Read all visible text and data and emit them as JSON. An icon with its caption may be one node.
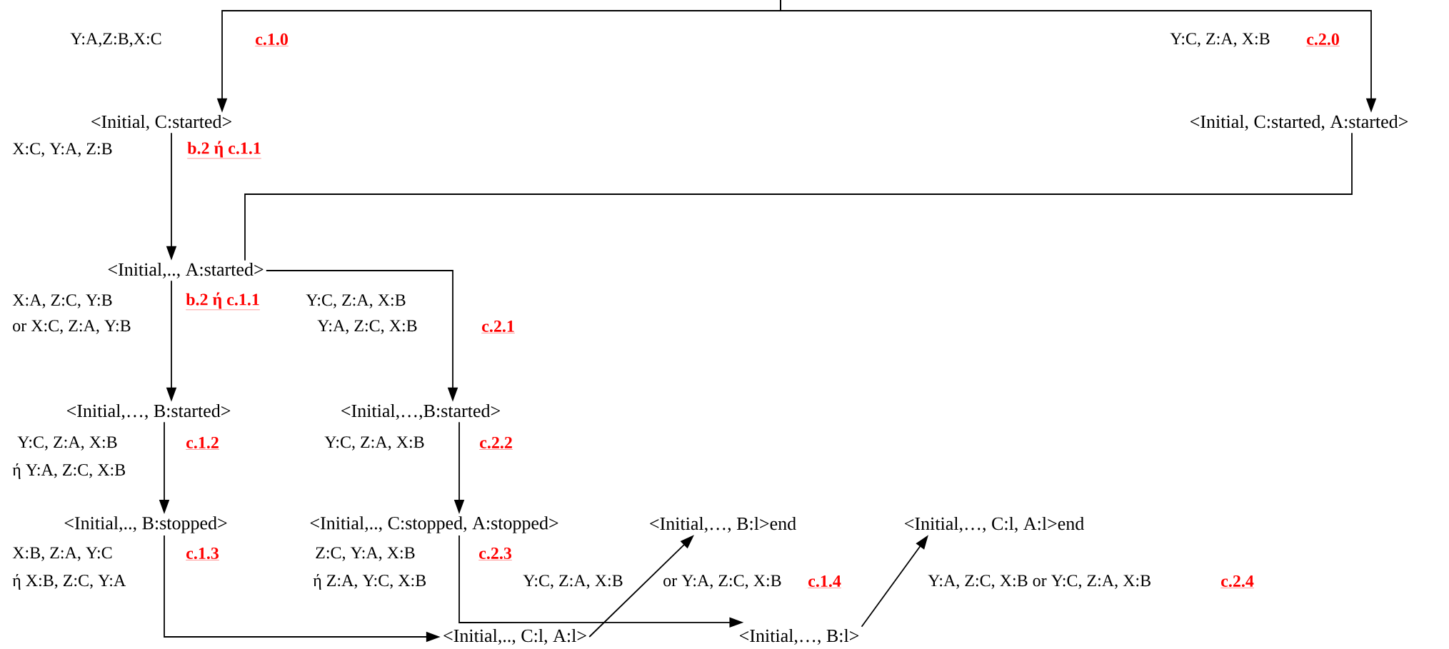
{
  "diagram": {
    "nodes": [
      {
        "text": [
          "<Initial, C:started>"
        ]
      },
      {
        "text": [
          "<Initial, C:started, A:started>"
        ]
      },
      {
        "text": [
          "<Initial,.., A:started>"
        ]
      },
      {
        "text": [
          "<Initial,…, B:started>"
        ]
      },
      {
        "text": [
          "<Initial,…,B:started>"
        ]
      },
      {
        "text": [
          "<Initial,.., B:stopped>"
        ]
      },
      {
        "text": [
          "<Initial,.., C:stopped, A:stopped>"
        ]
      },
      {
        "text": [
          "<Initial,…, B:l>end"
        ]
      },
      {
        "text": [
          "<Initial,…, C:l, A:l>end"
        ]
      },
      {
        "text": [
          "<Initial,.., C:l, A:l>"
        ]
      },
      {
        "text": [
          "<Initial,…, B:l>"
        ]
      }
    ],
    "edges": [
      {
        "from": null,
        "to": 0,
        "arrow": "to"
      },
      {
        "from": null,
        "to": 1,
        "arrow": "to"
      },
      {
        "from": 0,
        "to": 2,
        "arrow": "to"
      },
      {
        "from": 1,
        "to": 2,
        "arrow": "none"
      },
      {
        "from": 2,
        "to": 3,
        "arrow": "to"
      },
      {
        "from": 2,
        "to": 4,
        "arrow": "to"
      },
      {
        "from": 3,
        "to": 5,
        "arrow": "to"
      },
      {
        "from": 4,
        "to": 6,
        "arrow": "to"
      },
      {
        "from": 5,
        "to": 9,
        "arrow": "to"
      },
      {
        "from": 6,
        "to": 10,
        "arrow": "to"
      },
      {
        "from": 9,
        "to": 7,
        "arrow": "to"
      },
      {
        "from": 10,
        "to": 8,
        "arrow": "to"
      }
    ],
    "labels": [
      "Y:A,Z:B,X:C",
      "c.1.0",
      "Y:C, Z:A, X:B",
      "c.2.0",
      "X:C, Y:A, Z:B",
      "b.2 ή c.1.1",
      "X:A, Z:C, Y:B",
      "b.2 ή c.1.1",
      "Y:C, Z:A, X:B",
      "or X:C, Z:A, Y:B",
      "Y:A, Z:C, X:B",
      "c.2.1",
      "Y:C, Z:A, X:B",
      "c.1.2",
      "Y:C, Z:A, X:B",
      "c.2.2",
      "ή Y:A, Z:C, X:B",
      "X:B, Z:A, Y:C",
      "c.1.3",
      "Z:C, Y:A, X:B",
      "c.2.3",
      "ή X:B, Z:C, Y:A",
      "ή Z:A, Y:C, X:B",
      "Y:C, Z:A, X:B",
      "or Y:A, Z:C, X:B",
      "c.1.4",
      "Y:A, Z:C, X:B or Y:C, Z:A, X:B",
      "c.2.4"
    ]
  }
}
